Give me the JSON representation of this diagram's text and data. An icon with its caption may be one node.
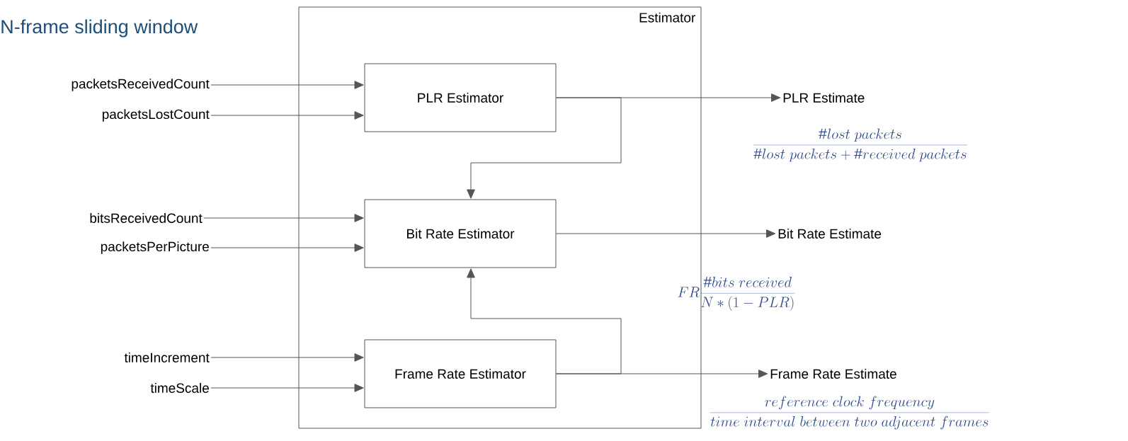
{
  "diagram": {
    "title": "N-frame sliding window",
    "nodes": [
      {
        "text": [
          "Estimator"
        ]
      },
      {
        "text": [
          "PLR Estimator"
        ],
        "in": 0
      },
      {
        "text": [
          "Bit Rate Estimator"
        ],
        "in": 0
      },
      {
        "text": [
          "Frame Rate Estimator"
        ],
        "in": 0
      },
      {
        "text": [
          "packetsReceivedCount"
        ]
      },
      {
        "text": [
          "packetsLostCount"
        ]
      },
      {
        "text": [
          "bitsReceivedCount"
        ]
      },
      {
        "text": [
          "packetsPerPicture"
        ]
      },
      {
        "text": [
          "timeIncrement"
        ]
      },
      {
        "text": [
          "timeScale"
        ]
      },
      {
        "text": [
          "PLR Estimate"
        ]
      },
      {
        "text": [
          "Bit Rate Estimate"
        ]
      },
      {
        "text": [
          "Frame Rate Estimate"
        ]
      }
    ],
    "labels": [
      "\\frac{\\#lost\\ packets}{\\#lost\\ packets+\\#received\\ packets}",
      "FR\\frac{\\#bits\\ received}{N*(1-PLR)}",
      "\\frac{reference\\ clock\\ frequency}{time\\ interval\\ between\\ two\\ adjacent\\ frames}"
    ],
    "edges": [
      {
        "from": 4,
        "to": 1,
        "arrow": "to"
      },
      {
        "from": 5,
        "to": 1,
        "arrow": "to"
      },
      {
        "from": 6,
        "to": 2,
        "arrow": "to"
      },
      {
        "from": 7,
        "to": 2,
        "arrow": "to"
      },
      {
        "from": 8,
        "to": 3,
        "arrow": "to"
      },
      {
        "from": 9,
        "to": 3,
        "arrow": "to"
      },
      {
        "from": 1,
        "to": 10,
        "arrow": "to"
      },
      {
        "from": 2,
        "to": 11,
        "arrow": "to"
      },
      {
        "from": 3,
        "to": 12,
        "arrow": "to"
      },
      {
        "from": 1,
        "to": 2,
        "arrow": "to"
      },
      {
        "from": 3,
        "to": 2,
        "arrow": "to"
      }
    ]
  }
}
